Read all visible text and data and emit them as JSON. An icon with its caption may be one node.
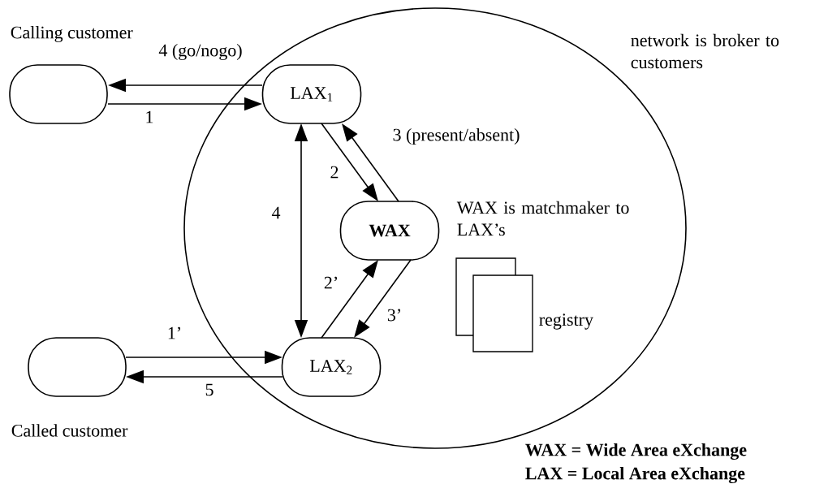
{
  "diagram": {
    "nodes": [
      {
        "text": [],
        "shape": "ellipse"
      },
      {
        "text": [],
        "shape": "box",
        "beside": [
          "Calling customer"
        ]
      },
      {
        "text": [
          "LAX$_{1}$"
        ],
        "in": 0
      },
      {
        "text": [
          "WAX"
        ],
        "in": 0
      },
      {
        "text": [],
        "shape": "box",
        "beside": [
          "Called customer"
        ]
      },
      {
        "text": [
          "LAX$_{2}$"
        ],
        "in": 0
      }
    ],
    "edges": [
      {
        "from": 2,
        "to": 1,
        "arrow": "to",
        "label": "4 (go/nogo)"
      },
      {
        "from": 1,
        "to": 2,
        "arrow": "to",
        "label": "1"
      },
      {
        "from": 2,
        "to": 3,
        "arrow": "to",
        "label": "2"
      },
      {
        "from": 3,
        "to": 2,
        "arrow": "to",
        "label": "3 (present/absent)"
      },
      {
        "from": 2,
        "to": 5,
        "arrow": "both",
        "label": "4"
      },
      {
        "from": 5,
        "to": 3,
        "arrow": "to",
        "label": "2’"
      },
      {
        "from": 3,
        "to": 5,
        "arrow": "to",
        "label": "3’"
      },
      {
        "from": 4,
        "to": 5,
        "arrow": "to",
        "label": "1’"
      },
      {
        "from": 5,
        "to": 4,
        "arrow": "to",
        "label": "5"
      }
    ],
    "labels": [
      "network is broker to customers",
      "WAX is matchmaker to LAX’s",
      "registry",
      "WAX = Wide Area eXchange",
      "LAX = Local Area eXchange"
    ]
  }
}
